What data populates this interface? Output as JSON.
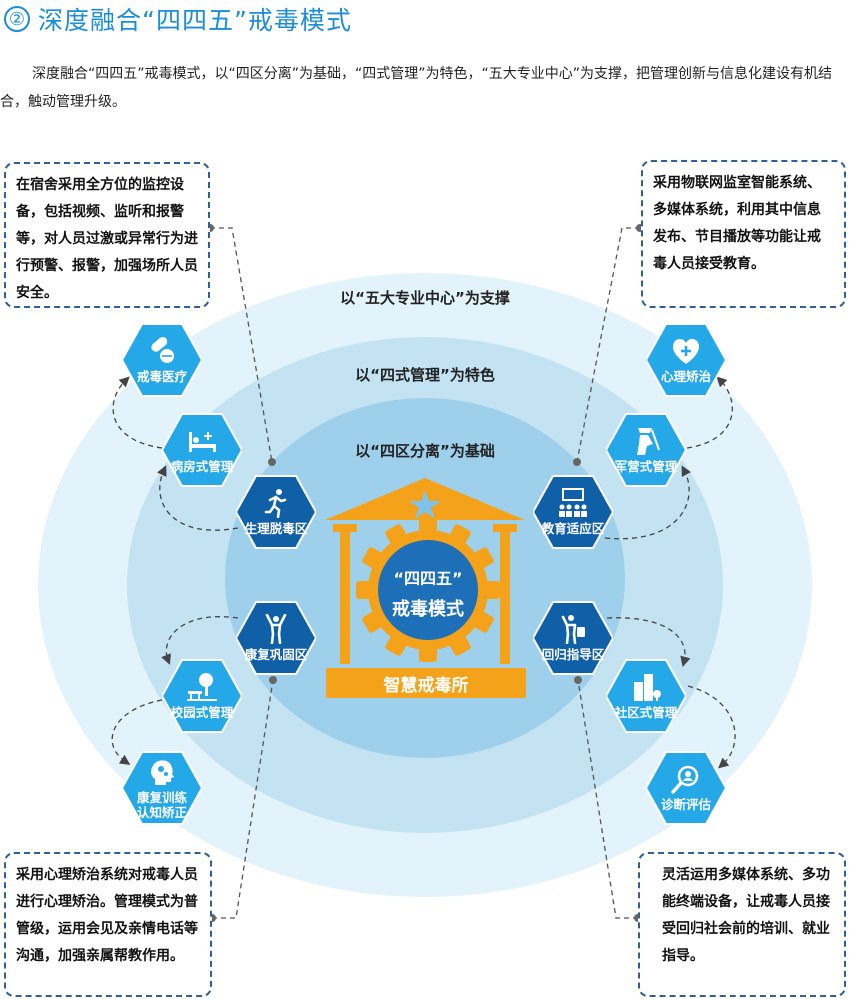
{
  "header": {
    "number": "②",
    "title": "深度融合“四四五”戒毒模式"
  },
  "intro": "深度融合“四四五”戒毒模式，以“四区分离”为基础，“四式管理”为特色，“五大专业中心”为支撑，把管理创新与信息化建设有机结合，触动管理升级。",
  "rings": {
    "outer": "以“五大专业中心”为支撑",
    "middle": "以“四式管理”为特色",
    "inner": "以“四区分离”为基础"
  },
  "center": {
    "line1": "“四四五”",
    "line2": "戒毒模式",
    "plaque": "智慧戒毒所"
  },
  "zones": {
    "physio": "生理脱毒区",
    "education": "教育适应区",
    "rehab": "康复巩固区",
    "return": "回归指导区"
  },
  "management": {
    "ward": "病房式管理",
    "military": "军营式管理",
    "campus": "校园式管理",
    "community": "社区式管理"
  },
  "centers": {
    "medical": "戒毒医疗",
    "psych": "心理矫治",
    "cognitive_l1": "康复训练",
    "cognitive_l2": "认知矫正",
    "diagnosis": "诊断评估"
  },
  "notes": {
    "top_left": "在宿舍采用全方位的监控设备，包括视频、监听和报警等，对人员过激或异常行为进行预警、报警，加强场所人员安全。",
    "top_right": "采用物联网监室智能系统、多媒体系统，利用其中信息发布、节目播放等功能让戒毒人员接受教育。",
    "bottom_left": "采用心理矫治系统对戒毒人员进行心理矫治。管理模式为普管级，运用会见及亲情电话等沟通，加强亲属帮教作用。",
    "bottom_right": "灵活运用多媒体系统、多功能终端设备，让戒毒人员接受回归社会前的培训、就业指导。"
  },
  "colors": {
    "title_blue": "#1a8fd6",
    "ring_outer": "#e3f3fb",
    "ring_middle": "#c3e3f3",
    "ring_inner": "#9fd0eb",
    "hex_dark": "#1060a8",
    "hex_light": "#25a8e8",
    "orange": "#f4a21a"
  }
}
